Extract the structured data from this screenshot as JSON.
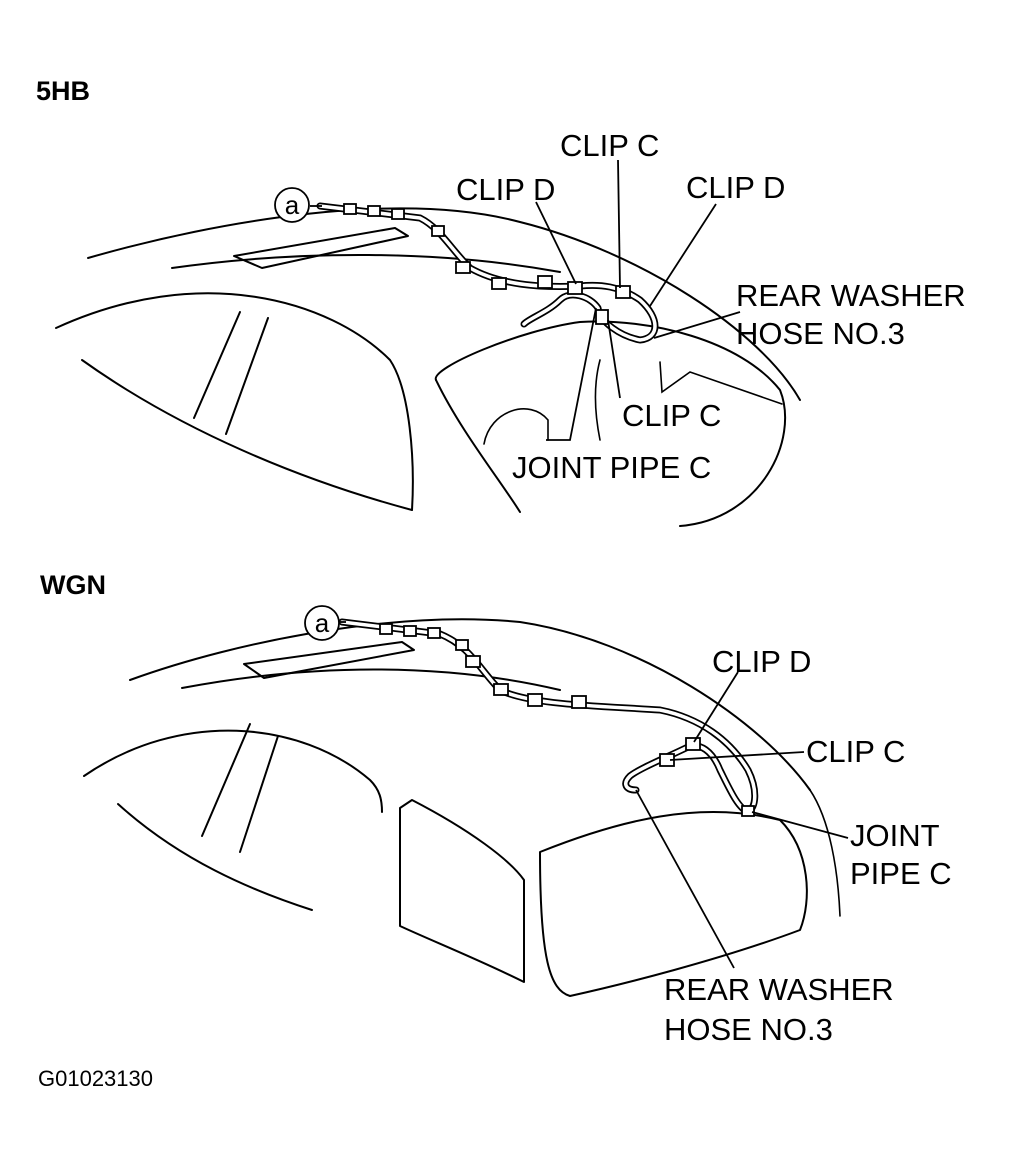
{
  "diagram_code": "G01023130",
  "marker_letter": "a",
  "panels": [
    {
      "title": "5HB",
      "labels": {
        "clip_c_top": "CLIP C",
        "clip_d_left": "CLIP D",
        "clip_d_right": "CLIP D",
        "rear_washer_hose_line1": "REAR WASHER",
        "rear_washer_hose_line2": "HOSE NO.3",
        "clip_c_bottom": "CLIP C",
        "joint_pipe": "JOINT PIPE C"
      }
    },
    {
      "title": "WGN",
      "labels": {
        "clip_d": "CLIP D",
        "clip_c": "CLIP C",
        "joint_pipe_line1": "JOINT",
        "joint_pipe_line2": "PIPE C",
        "rear_washer_hose_line1": "REAR WASHER",
        "rear_washer_hose_line2": "HOSE NO.3"
      }
    }
  ]
}
